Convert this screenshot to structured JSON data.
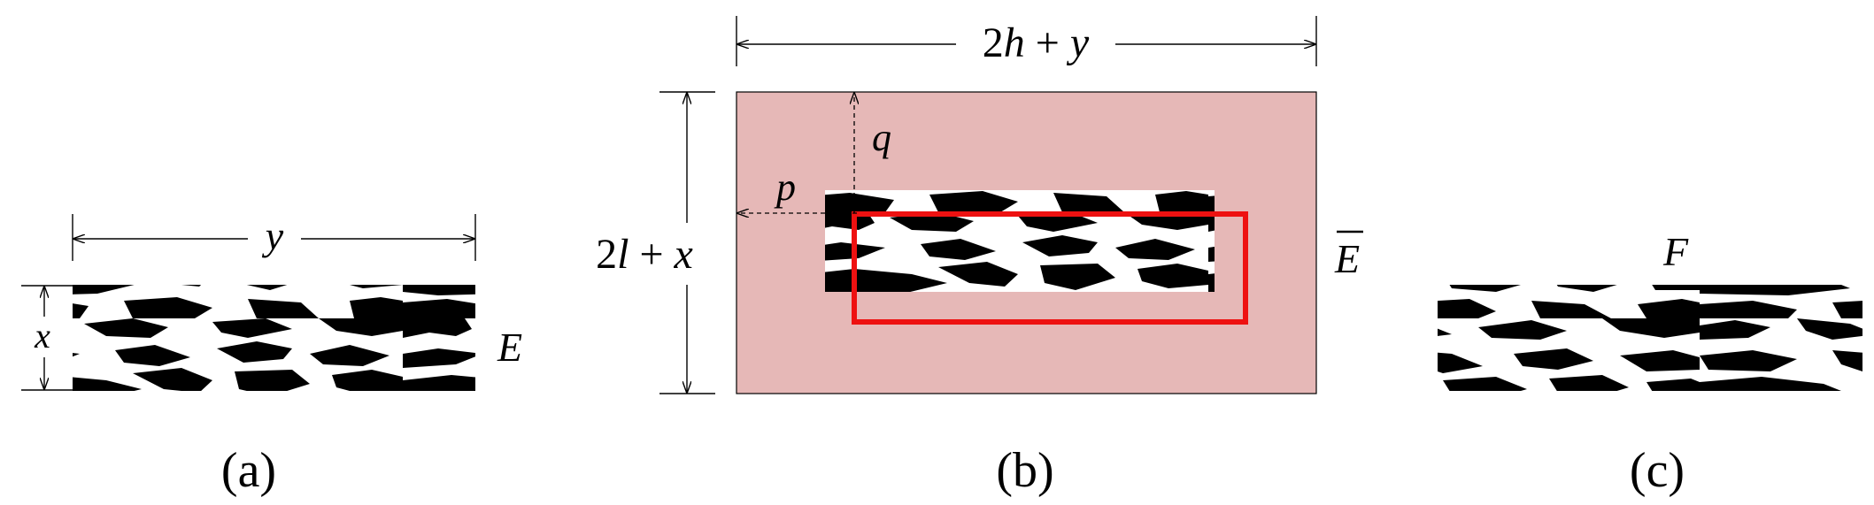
{
  "panels": {
    "a": {
      "caption": "(a)",
      "width_label": "y",
      "height_label": "x",
      "image_label": "E"
    },
    "b": {
      "caption": "(b)",
      "width_label": {
        "prefix": "2",
        "var1": "h",
        "op": " + ",
        "var2": "y"
      },
      "height_label": {
        "prefix": "2",
        "var1": "l",
        "op": " + ",
        "var2": "x"
      },
      "offset_x_label": "p",
      "offset_y_label": "q",
      "image_label": "E"
    },
    "c": {
      "caption": "(c)",
      "image_label": "F"
    }
  },
  "colors": {
    "padding_fill": "#e6b8b7",
    "window_stroke": "#ee1111",
    "line": "#000000"
  }
}
